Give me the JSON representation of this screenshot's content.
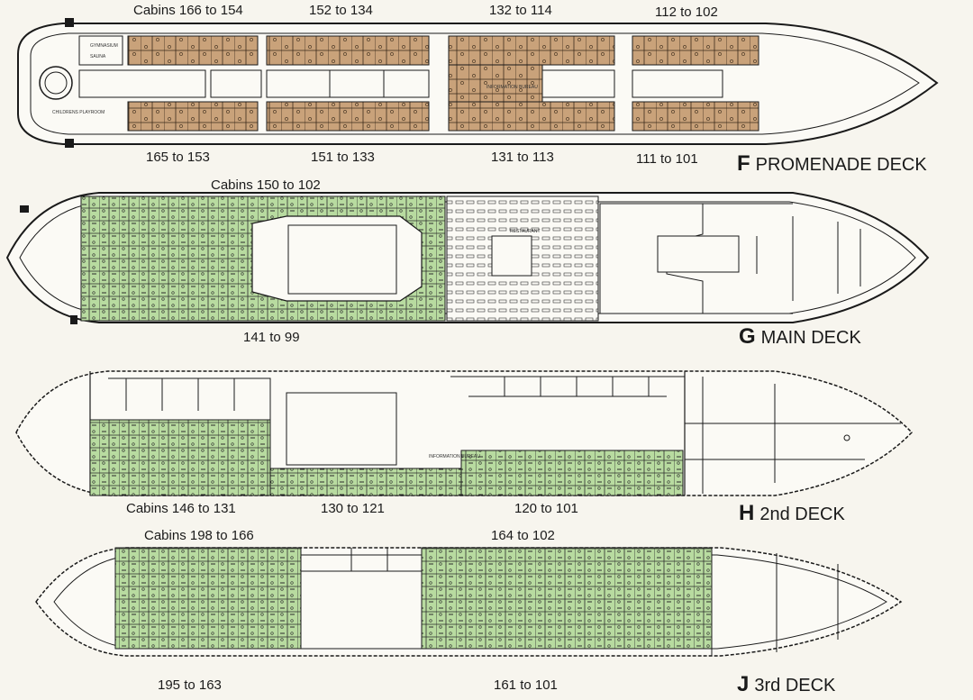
{
  "decks": {
    "f": {
      "letter": "F",
      "name": "PROMENADE DECK",
      "top_labels": [
        "Cabins 166 to 154",
        "152 to 134",
        "132 to 114",
        "112 to 102"
      ],
      "bottom_labels": [
        "165 to 153",
        "151 to 133",
        "131 to 113",
        "111 to 101"
      ],
      "room_labels": [
        "GYMNASIUM",
        "SAUNA",
        "CHILDRENS PLAYROOM",
        "INFORMATION BUREAU"
      ]
    },
    "g": {
      "letter": "G",
      "name": "MAIN DECK",
      "top_labels": [
        "Cabins 150 to 102"
      ],
      "bottom_labels": [
        "141 to 99"
      ],
      "room_labels": [
        "RESTAURANT"
      ]
    },
    "h": {
      "letter": "H",
      "name": "2nd DECK",
      "bottom_labels": [
        "Cabins 146 to 131",
        "130 to 121",
        "120 to 101"
      ],
      "room_labels": [
        "INFORMATION BUREAU"
      ]
    },
    "j": {
      "letter": "J",
      "name": "3rd DECK",
      "top_labels": [
        "Cabins 198 to 166",
        "164 to 102"
      ],
      "bottom_labels": [
        "195 to 163",
        "161 to 101"
      ]
    }
  },
  "colors": {
    "promenade_cabins": "#c9a27a",
    "cabins_green": "#b8dba0",
    "outline": "#1a1a1a",
    "background": "#f7f5ee"
  }
}
